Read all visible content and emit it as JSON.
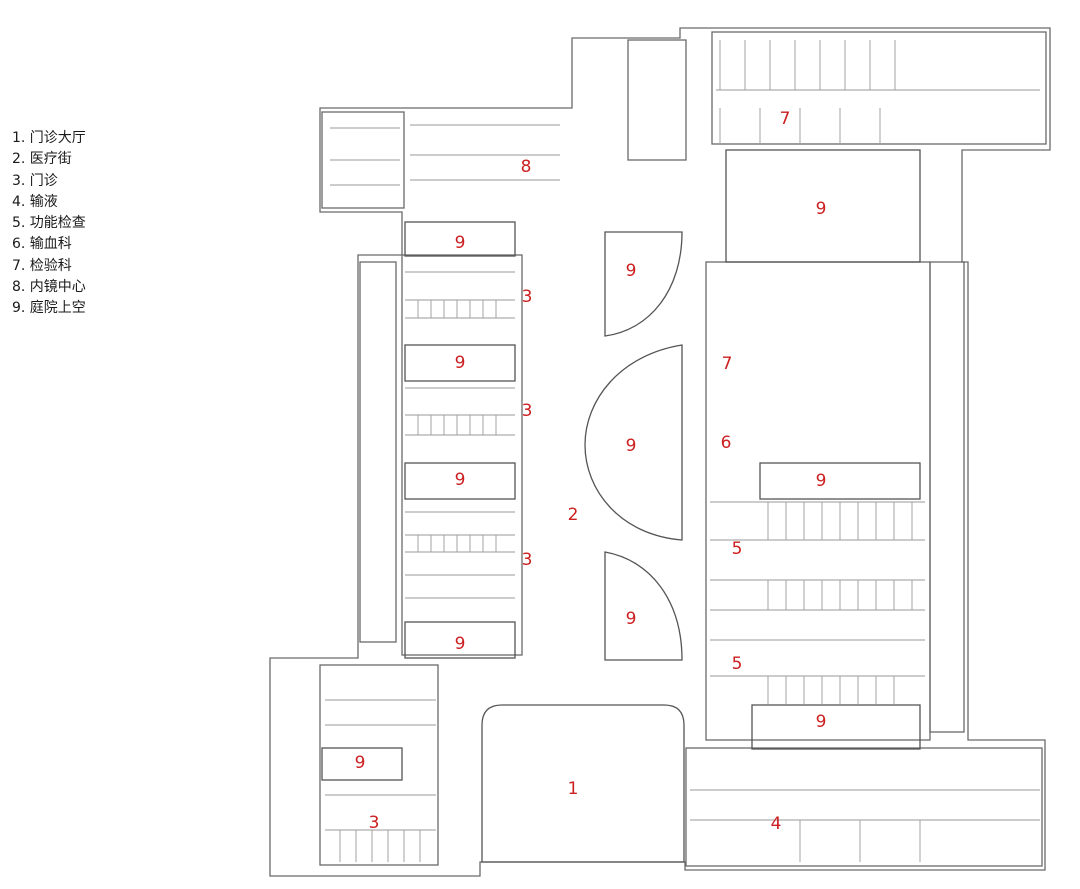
{
  "legend": [
    {
      "text": "1. 门诊大厅"
    },
    {
      "text": "2. 医疗街"
    },
    {
      "text": "3. 门诊"
    },
    {
      "text": "4. 输液"
    },
    {
      "text": "5. 功能检查"
    },
    {
      "text": "6. 输血科"
    },
    {
      "text": "7. 检验科"
    },
    {
      "text": "8. 内镜中心"
    },
    {
      "text": "9. 庭院上空"
    }
  ],
  "zone_labels": [
    {
      "text": "1"
    },
    {
      "text": "2"
    },
    {
      "text": "3"
    },
    {
      "text": "3"
    },
    {
      "text": "3"
    },
    {
      "text": "3"
    },
    {
      "text": "4"
    },
    {
      "text": "5"
    },
    {
      "text": "5"
    },
    {
      "text": "6"
    },
    {
      "text": "7"
    },
    {
      "text": "7"
    },
    {
      "text": "8"
    },
    {
      "text": "9"
    },
    {
      "text": "9"
    },
    {
      "text": "9"
    },
    {
      "text": "9"
    },
    {
      "text": "9"
    },
    {
      "text": "9"
    },
    {
      "text": "9"
    },
    {
      "text": "9"
    },
    {
      "text": "9"
    },
    {
      "text": "9"
    },
    {
      "text": "9"
    }
  ],
  "colors": {
    "label": "#cc1f1f",
    "wall": "#6a6a6a",
    "legend_text": "#1a1a1a"
  }
}
